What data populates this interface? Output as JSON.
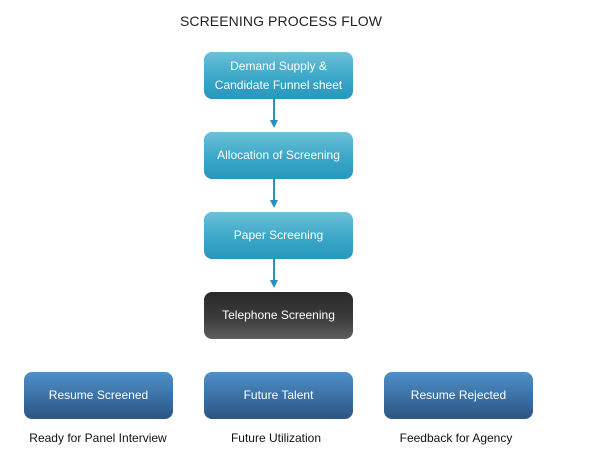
{
  "title": "SCREENING PROCESS FLOW",
  "flow_steps": [
    {
      "label": "Demand Supply &\nCandidate Funnel sheet",
      "style": "teal"
    },
    {
      "label": "Allocation of Screening",
      "style": "teal"
    },
    {
      "label": "Paper Screening",
      "style": "teal"
    },
    {
      "label": "Telephone  Screening",
      "style": "dark"
    }
  ],
  "outcomes": [
    {
      "label": "Resume Screened",
      "caption": "Ready  for Panel Interview"
    },
    {
      "label": "Future Talent",
      "caption": "Future Utilization"
    },
    {
      "label": "Resume Rejected",
      "caption": "Feedback for Agency"
    }
  ],
  "colors": {
    "step_teal": "#3aa7c8",
    "step_dark": "#3b3b3b",
    "outcome_blue": "#3a70a3",
    "arrow": "#2890bd"
  }
}
